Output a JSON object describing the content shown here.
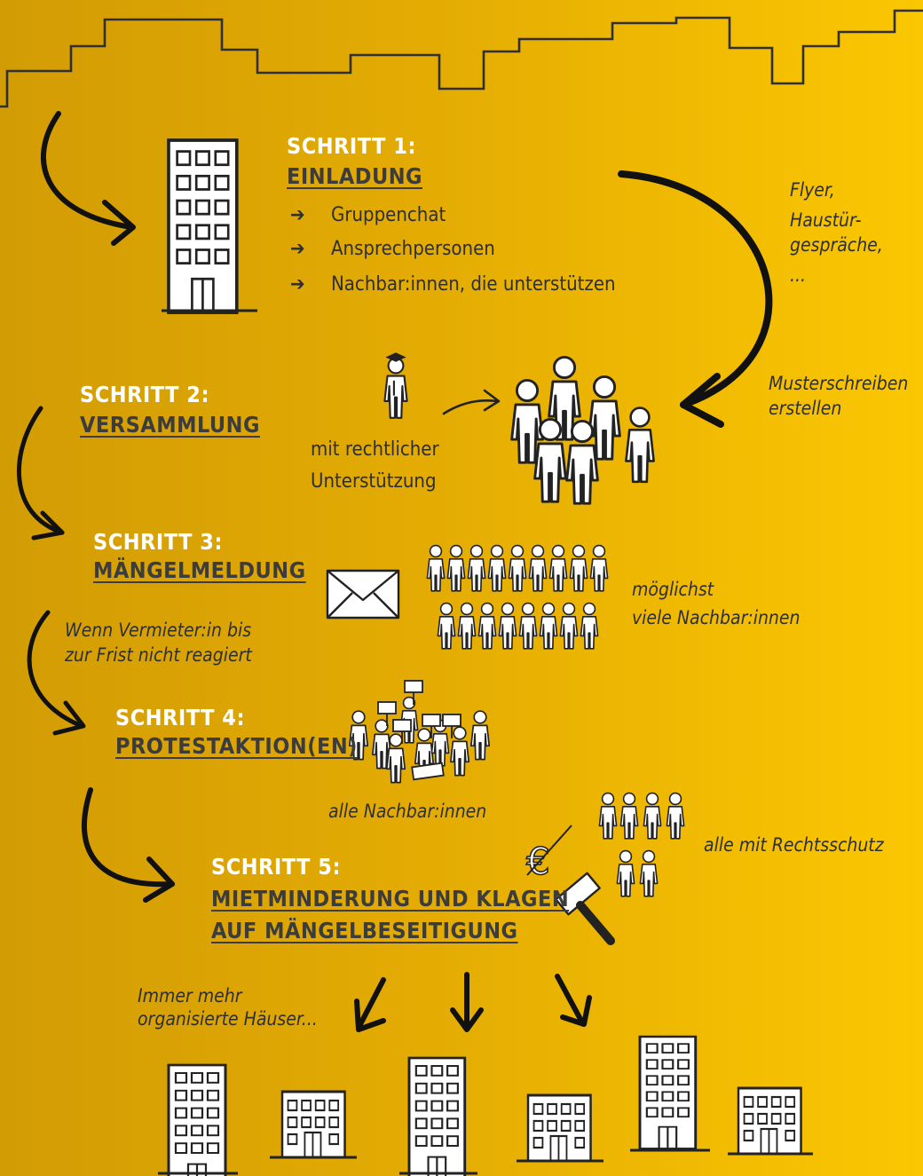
{
  "step1": {
    "title": "SCHRITT 1:",
    "subtitle": "EINLADUNG",
    "bullets": [
      "Gruppenchat",
      "Ansprechpersonen",
      "Nachbar:innen, die unterstützen"
    ]
  },
  "flyer_note": [
    "Flyer,",
    "Haustür-",
    "gespräche,",
    "..."
  ],
  "muster_note": [
    "Musterschreiben",
    "erstellen"
  ],
  "step2": {
    "title": "SCHRITT 2:",
    "subtitle": "VERSAMMLUNG"
  },
  "legal_support": [
    "mit rechtlicher",
    "Unterstützung"
  ],
  "step3": {
    "title": "SCHRITT 3:",
    "subtitle": "MÄNGELMELDUNG"
  },
  "many_neighbors": [
    "möglichst",
    "viele Nachbar:innen"
  ],
  "deadline_note": [
    "Wenn Vermieter:in bis",
    "zur Frist nicht reagiert"
  ],
  "step4": {
    "title": "SCHRITT 4:",
    "subtitle": "PROTESTAKTION(EN)"
  },
  "all_neighbors": "alle Nachbar:innen",
  "legal_protection": "alle mit Rechtsschutz",
  "step5": {
    "title": "SCHRITT 5:",
    "subtitle_lines": [
      "MIETMINDERUNG UND KLAGEN",
      "AUF MÄNGELBESEITIGUNG"
    ]
  },
  "more_houses": [
    "Immer mehr",
    "organisierte Häuser..."
  ],
  "colors": {
    "bg_left": "#d29c04",
    "bg_right": "#fbc702",
    "ink": "#2f2f2f",
    "heading": "#ffffff"
  },
  "icons": [
    "skyline-outline",
    "apartment-building-icon",
    "person-icon",
    "graduate-person-icon",
    "envelope-icon",
    "protest-group-icon",
    "euro-icon",
    "gavel-icon",
    "curved-arrow-icon"
  ]
}
